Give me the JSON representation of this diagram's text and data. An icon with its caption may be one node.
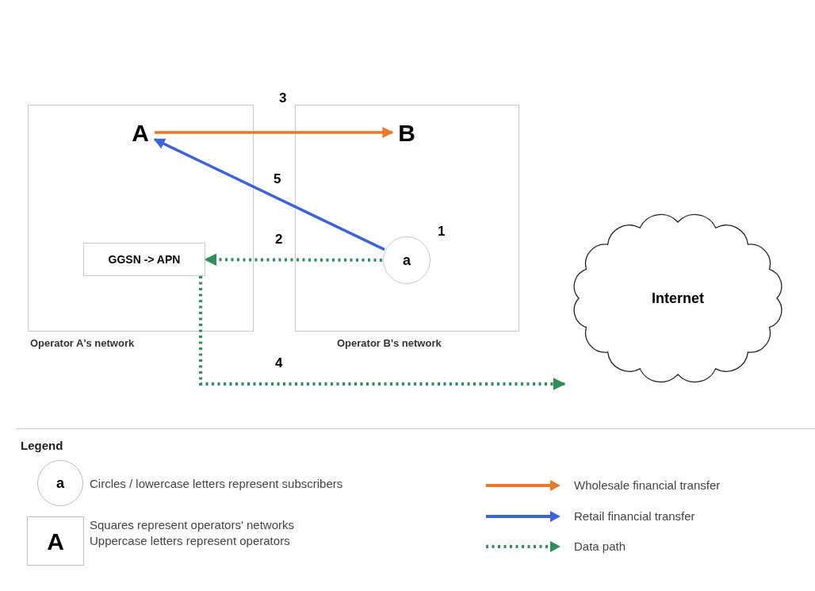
{
  "diagram": {
    "nodes": [
      {
        "text": [
          "Operator A's network"
        ]
      },
      {
        "text": [
          "A"
        ],
        "in": 0
      },
      {
        "text": [
          "GGSN -> APN"
        ],
        "in": 0
      },
      {
        "text": [
          "Operator B's network"
        ]
      },
      {
        "text": [
          "B"
        ],
        "in": 3
      },
      {
        "text": [
          "a"
        ],
        "in": 3,
        "beside": [
          "1"
        ]
      },
      {
        "text": [
          "Internet"
        ]
      }
    ],
    "edges": [
      {
        "from": 1,
        "to": 4,
        "arrow": "to",
        "label": "3",
        "color": "#e8782a"
      },
      {
        "from": 5,
        "to": 1,
        "arrow": "to",
        "label": "5",
        "color": "#3c63d8"
      },
      {
        "from": 5,
        "to": 2,
        "arrow": "to",
        "label": "2",
        "style": "dashed",
        "color": "#2e8f5a"
      },
      {
        "from": 2,
        "to": 6,
        "arrow": "to",
        "label": "4",
        "style": "dashed",
        "color": "#2e8f5a"
      }
    ],
    "labels": [
      "Legend",
      "a",
      "A"
    ],
    "legend": [
      {
        "text": "Circles / lowercase letters represent subscribers"
      },
      {
        "text": "Squares represent operators' networks Uppercase letters represent operators"
      },
      {
        "text": "Wholesale financial transfer"
      },
      {
        "text": "Retail financial transfer"
      },
      {
        "text": "Data path"
      }
    ]
  }
}
